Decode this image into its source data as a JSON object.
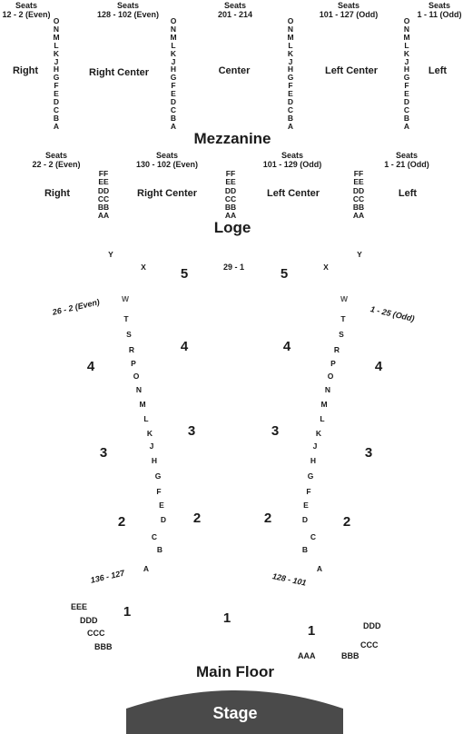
{
  "mezzanine": {
    "seat_groups": [
      {
        "seats": "Seats",
        "range": "12 - 2 (Even)"
      },
      {
        "seats": "Seats",
        "range": "128 - 102 (Even)"
      },
      {
        "seats": "Seats",
        "range": "201 - 214"
      },
      {
        "seats": "Seats",
        "range": "101 - 127 (Odd)"
      },
      {
        "seats": "Seats",
        "range": "1 - 11 (Odd)"
      }
    ],
    "sections": [
      "Right",
      "Right Center",
      "Center",
      "Left Center",
      "Left"
    ],
    "rows": [
      "O",
      "N",
      "M",
      "L",
      "K",
      "J",
      "H",
      "G",
      "F",
      "E",
      "D",
      "C",
      "B",
      "A"
    ],
    "title": "Mezzanine"
  },
  "loge": {
    "seat_groups": [
      {
        "seats": "Seats",
        "range": "22 - 2 (Even)"
      },
      {
        "seats": "Seats",
        "range": "130 - 102 (Even)"
      },
      {
        "seats": "Seats",
        "range": "101 - 129 (Odd)"
      },
      {
        "seats": "Seats",
        "range": "1 - 21 (Odd)"
      }
    ],
    "sections": [
      "Right",
      "Right Center",
      "Left Center",
      "Left"
    ],
    "rows": [
      "FF",
      "EE",
      "DD",
      "CC",
      "BB",
      "AA"
    ],
    "title": "Loge"
  },
  "main_floor": {
    "left_rows": [
      "Y",
      "X",
      "W",
      "T",
      "S",
      "R",
      "P",
      "O",
      "N",
      "M",
      "L",
      "K",
      "J",
      "H",
      "G",
      "F",
      "E",
      "D",
      "C",
      "B",
      "A"
    ],
    "right_rows": [
      "Y",
      "X",
      "W",
      "T",
      "S",
      "R",
      "P",
      "O",
      "N",
      "M",
      "L",
      "K",
      "J",
      "H",
      "G",
      "F",
      "E",
      "D",
      "C",
      "B",
      "A"
    ],
    "center_range": "29 - 1",
    "left_range": "26 - 2 (Even)",
    "right_range": "1 - 25 (Odd)",
    "lower_left_range": "136 - 127",
    "lower_right_range": "128 - 101",
    "zones": [
      "5",
      "5",
      "4",
      "4",
      "4",
      "4",
      "3",
      "3",
      "3",
      "3",
      "2",
      "2",
      "2",
      "2",
      "1",
      "1",
      "1"
    ],
    "front_left_rows": [
      "EEE",
      "DDD",
      "CCC",
      "BBB"
    ],
    "front_right_rows": [
      "DDD",
      "CCC",
      "BBB",
      "AAA"
    ],
    "title": "Main Floor"
  },
  "stage": {
    "label": "Stage",
    "color": "#4a4a4a"
  }
}
